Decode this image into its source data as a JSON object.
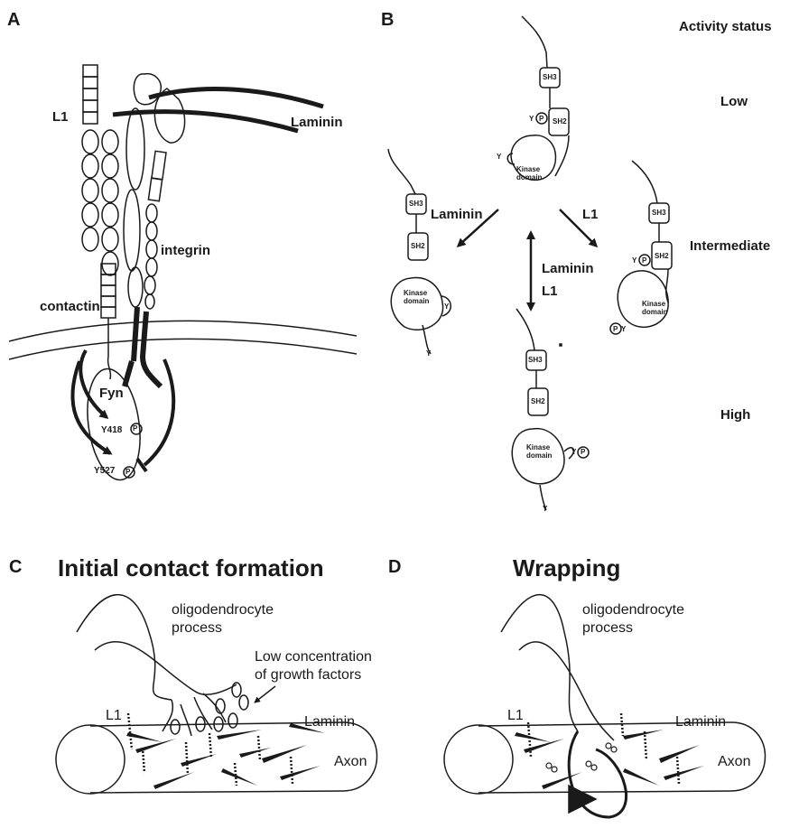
{
  "panels": {
    "a": "A",
    "b": "B",
    "c": "C",
    "d": "D"
  },
  "panel_a": {
    "l1": "L1",
    "laminin": "Laminin",
    "integrin": "integrin",
    "contactin": "contactin",
    "fyn": "Fyn",
    "y418": "Y418",
    "y527": "Y527",
    "p": "P"
  },
  "panel_b": {
    "activity_status": "Activity status",
    "low": "Low",
    "intermediate": "Intermediate",
    "high": "High",
    "laminin": "Laminin",
    "l1": "L1",
    "sh3": "SH3",
    "sh2": "SH2",
    "y": "Y",
    "p": "P",
    "kinase": "Kinase",
    "domain": "domain"
  },
  "panel_c": {
    "title": "Initial contact formation",
    "process_line1": "oligodendrocyte",
    "process_line2": "process",
    "growth_line1": "Low concentration",
    "growth_line2": "of growth factors",
    "l1": "L1",
    "laminin": "Laminin",
    "axon": "Axon"
  },
  "panel_d": {
    "title": "Wrapping",
    "process_line1": "oligodendrocyte",
    "process_line2": "process",
    "l1": "L1",
    "laminin": "Laminin",
    "axon": "Axon"
  },
  "colors": {
    "ink": "#1a1a1a",
    "background": "#ffffff"
  }
}
